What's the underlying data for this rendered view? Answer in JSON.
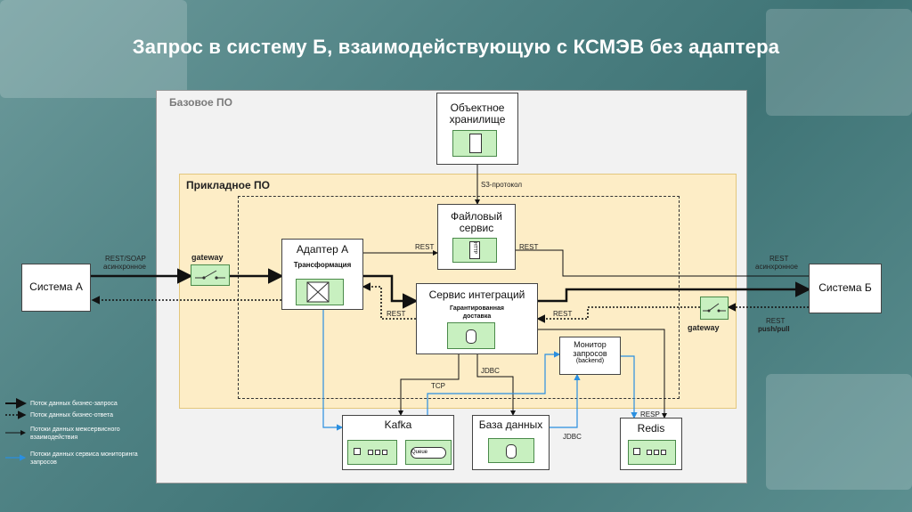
{
  "title": "Запрос в систему Б, взаимодействующую с КСМЭВ без адаптера",
  "panels": {
    "base": "Базовое ПО",
    "applied": "Прикладное ПО"
  },
  "nodes": {
    "system_a": "Система А",
    "system_b": "Система Б",
    "object_storage": "Объектное хранилище",
    "file_service": "Файловый сервис",
    "http_tag": "HTTP",
    "adapter_a": "Адаптер А",
    "transformation": "Трансформация",
    "integration_service": "Сервис интеграций",
    "guaranteed_delivery": "Гарантированная доставка",
    "monitor_title": "Монитор запросов",
    "monitor_sub": "(backend)",
    "kafka": "Kafka",
    "queue": "Queue",
    "database": "База данных",
    "redis": "Redis",
    "gateway_left": "gateway",
    "gateway_right": "gateway"
  },
  "edge_labels": {
    "rest_soap": "REST/SOAP",
    "async_left": "асинхронное",
    "rest_right": "REST",
    "async_right": "асинхронное",
    "rest_push": "REST",
    "push_pull": "push/pull",
    "s3": "S3-протокол",
    "rest_adapter_file": "REST",
    "rest_file_right": "REST",
    "rest_adapter_return": "REST",
    "rest_integ_return": "REST",
    "tcp": "TCP",
    "jdbc_integ": "JDBC",
    "jdbc_monitor": "JDBC",
    "resp": "RESP"
  },
  "legend": {
    "business_request": "Поток данных бизнес-запроса",
    "business_response": "Поток данных бизнес-ответа",
    "interservice": "Потоки данных межсервисного взаимодействия",
    "monitoring": "Потоки данных сервиса мониторинга запросов"
  },
  "colors": {
    "applied_fill": "#fdedc6",
    "green_component": "#c8f0c0",
    "monitoring_line": "#2a8fe0"
  }
}
